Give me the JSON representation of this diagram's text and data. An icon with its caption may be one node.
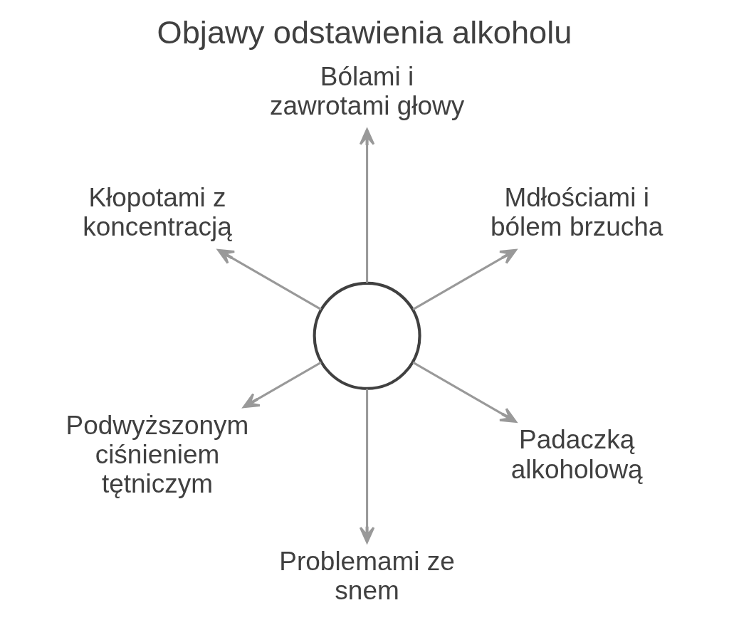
{
  "diagram": {
    "title": "Objawy odstawienia alkoholu",
    "nodes": [
      {
        "text": [
          "Mdłościami i bólem brzucha"
        ]
      },
      {
        "text": [
          "Bólami i zawrotami głowy"
        ]
      },
      {
        "text": [
          "Kłopotami z koncentracją"
        ]
      },
      {
        "text": [],
        "shape": "circle"
      },
      {
        "text": [
          "Podwyższonym ciśnieniem tętniczym"
        ]
      },
      {
        "text": [
          "Problemami ze snem"
        ]
      },
      {
        "text": [
          "Padaczką alkoholową"
        ]
      }
    ],
    "edges": [
      {
        "from": 3,
        "to": 0,
        "arrow": "to"
      },
      {
        "from": 3,
        "to": 1,
        "arrow": "to"
      },
      {
        "from": 3,
        "to": 4,
        "arrow": "to"
      },
      {
        "from": 3,
        "to": 6,
        "arrow": "to"
      },
      {
        "from": 3,
        "to": 5,
        "arrow": "to"
      },
      {
        "from": 3,
        "to": 2,
        "arrow": "to"
      }
    ]
  }
}
